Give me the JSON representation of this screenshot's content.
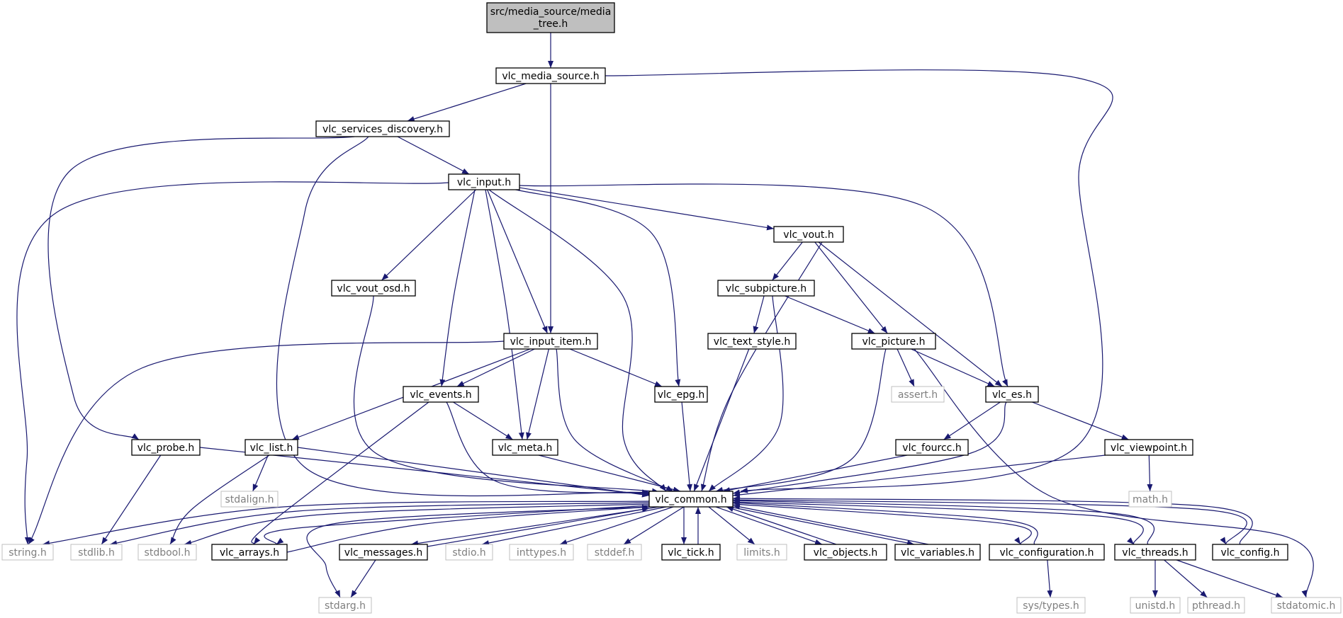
{
  "graph": {
    "colors": {
      "edge": "#191970",
      "root_fill": "#bfbfbf",
      "node_border": "#000000",
      "system_border": "#bfbfbf",
      "system_text": "#7f7f7f",
      "text": "#000000"
    },
    "nodes": {
      "root": {
        "label1": "src/media_source/media",
        "label2": "_tree.h"
      },
      "vlc_media_source": {
        "label": "vlc_media_source.h"
      },
      "vlc_services_discovery": {
        "label": "vlc_services_discovery.h"
      },
      "vlc_input": {
        "label": "vlc_input.h"
      },
      "vlc_vout": {
        "label": "vlc_vout.h"
      },
      "vlc_vout_osd": {
        "label": "vlc_vout_osd.h"
      },
      "vlc_subpicture": {
        "label": "vlc_subpicture.h"
      },
      "vlc_input_item": {
        "label": "vlc_input_item.h"
      },
      "vlc_text_style": {
        "label": "vlc_text_style.h"
      },
      "vlc_picture": {
        "label": "vlc_picture.h"
      },
      "vlc_events": {
        "label": "vlc_events.h"
      },
      "vlc_epg": {
        "label": "vlc_epg.h"
      },
      "assert": {
        "label": "assert.h"
      },
      "vlc_es": {
        "label": "vlc_es.h"
      },
      "vlc_probe": {
        "label": "vlc_probe.h"
      },
      "vlc_list": {
        "label": "vlc_list.h"
      },
      "vlc_meta": {
        "label": "vlc_meta.h"
      },
      "vlc_fourcc": {
        "label": "vlc_fourcc.h"
      },
      "vlc_viewpoint": {
        "label": "vlc_viewpoint.h"
      },
      "stdalign": {
        "label": "stdalign.h"
      },
      "math": {
        "label": "math.h"
      },
      "vlc_common": {
        "label": "vlc_common.h"
      },
      "string": {
        "label": "string.h"
      },
      "stdlib": {
        "label": "stdlib.h"
      },
      "stdbool": {
        "label": "stdbool.h"
      },
      "vlc_arrays": {
        "label": "vlc_arrays.h"
      },
      "vlc_messages": {
        "label": "vlc_messages.h"
      },
      "stdio": {
        "label": "stdio.h"
      },
      "inttypes": {
        "label": "inttypes.h"
      },
      "stddef": {
        "label": "stddef.h"
      },
      "vlc_tick": {
        "label": "vlc_tick.h"
      },
      "limits": {
        "label": "limits.h"
      },
      "vlc_objects": {
        "label": "vlc_objects.h"
      },
      "vlc_variables": {
        "label": "vlc_variables.h"
      },
      "vlc_configuration": {
        "label": "vlc_configuration.h"
      },
      "vlc_threads": {
        "label": "vlc_threads.h"
      },
      "vlc_config": {
        "label": "vlc_config.h"
      },
      "stdarg": {
        "label": "stdarg.h"
      },
      "sys_types": {
        "label": "sys/types.h"
      },
      "unistd": {
        "label": "unistd.h"
      },
      "pthread": {
        "label": "pthread.h"
      },
      "stdatomic": {
        "label": "stdatomic.h"
      }
    },
    "edges": [
      [
        "root",
        "vlc_media_source"
      ],
      [
        "vlc_media_source",
        "vlc_services_discovery"
      ],
      [
        "vlc_media_source",
        "vlc_input_item"
      ],
      [
        "vlc_media_source",
        "vlc_common"
      ],
      [
        "vlc_services_discovery",
        "vlc_input"
      ],
      [
        "vlc_services_discovery",
        "vlc_probe"
      ],
      [
        "vlc_services_discovery",
        "vlc_common"
      ],
      [
        "vlc_input",
        "vlc_vout"
      ],
      [
        "vlc_input",
        "vlc_vout_osd"
      ],
      [
        "vlc_input",
        "vlc_input_item"
      ],
      [
        "vlc_input",
        "vlc_events"
      ],
      [
        "vlc_input",
        "vlc_meta"
      ],
      [
        "vlc_input",
        "vlc_epg"
      ],
      [
        "vlc_input",
        "vlc_es"
      ],
      [
        "vlc_input",
        "vlc_common"
      ],
      [
        "vlc_input",
        "string"
      ],
      [
        "vlc_vout",
        "vlc_subpicture"
      ],
      [
        "vlc_vout",
        "vlc_picture"
      ],
      [
        "vlc_vout",
        "vlc_es"
      ],
      [
        "vlc_vout",
        "vlc_common"
      ],
      [
        "vlc_vout_osd",
        "vlc_common"
      ],
      [
        "vlc_subpicture",
        "vlc_text_style"
      ],
      [
        "vlc_subpicture",
        "vlc_picture"
      ],
      [
        "vlc_subpicture",
        "vlc_common"
      ],
      [
        "vlc_input_item",
        "vlc_events"
      ],
      [
        "vlc_input_item",
        "vlc_epg"
      ],
      [
        "vlc_input_item",
        "vlc_meta"
      ],
      [
        "vlc_input_item",
        "vlc_list"
      ],
      [
        "vlc_input_item",
        "vlc_common"
      ],
      [
        "vlc_input_item",
        "string"
      ],
      [
        "vlc_text_style",
        "vlc_common"
      ],
      [
        "vlc_picture",
        "assert"
      ],
      [
        "vlc_picture",
        "vlc_es"
      ],
      [
        "vlc_picture",
        "vlc_common"
      ],
      [
        "vlc_picture",
        "stdatomic"
      ],
      [
        "vlc_events",
        "vlc_meta"
      ],
      [
        "vlc_events",
        "vlc_common"
      ],
      [
        "vlc_events",
        "vlc_arrays"
      ],
      [
        "vlc_epg",
        "vlc_common"
      ],
      [
        "vlc_es",
        "vlc_fourcc"
      ],
      [
        "vlc_es",
        "vlc_viewpoint"
      ],
      [
        "vlc_es",
        "vlc_common"
      ],
      [
        "vlc_probe",
        "vlc_common"
      ],
      [
        "vlc_probe",
        "stdlib"
      ],
      [
        "vlc_list",
        "stdalign"
      ],
      [
        "vlc_list",
        "stdbool"
      ],
      [
        "vlc_list",
        "vlc_common"
      ],
      [
        "vlc_meta",
        "vlc_common"
      ],
      [
        "vlc_fourcc",
        "vlc_common"
      ],
      [
        "vlc_viewpoint",
        "math"
      ],
      [
        "vlc_viewpoint",
        "vlc_common"
      ],
      [
        "vlc_common",
        "string"
      ],
      [
        "vlc_common",
        "stdlib"
      ],
      [
        "vlc_common",
        "stdbool"
      ],
      [
        "vlc_common",
        "vlc_arrays"
      ],
      [
        "vlc_common",
        "vlc_messages"
      ],
      [
        "vlc_common",
        "stdio"
      ],
      [
        "vlc_common",
        "inttypes"
      ],
      [
        "vlc_common",
        "stddef"
      ],
      [
        "vlc_common",
        "vlc_tick"
      ],
      [
        "vlc_common",
        "limits"
      ],
      [
        "vlc_common",
        "vlc_objects"
      ],
      [
        "vlc_common",
        "vlc_variables"
      ],
      [
        "vlc_common",
        "vlc_configuration"
      ],
      [
        "vlc_common",
        "vlc_threads"
      ],
      [
        "vlc_common",
        "vlc_config"
      ],
      [
        "vlc_common",
        "stdarg"
      ],
      [
        "vlc_arrays",
        "vlc_common"
      ],
      [
        "vlc_messages",
        "vlc_common"
      ],
      [
        "vlc_messages",
        "stdarg"
      ],
      [
        "vlc_tick",
        "vlc_common"
      ],
      [
        "vlc_objects",
        "vlc_common"
      ],
      [
        "vlc_variables",
        "vlc_common"
      ],
      [
        "vlc_configuration",
        "vlc_common"
      ],
      [
        "vlc_configuration",
        "sys_types"
      ],
      [
        "vlc_threads",
        "vlc_common"
      ],
      [
        "vlc_threads",
        "unistd"
      ],
      [
        "vlc_threads",
        "pthread"
      ],
      [
        "vlc_threads",
        "stdatomic"
      ],
      [
        "vlc_config",
        "vlc_common"
      ]
    ]
  }
}
